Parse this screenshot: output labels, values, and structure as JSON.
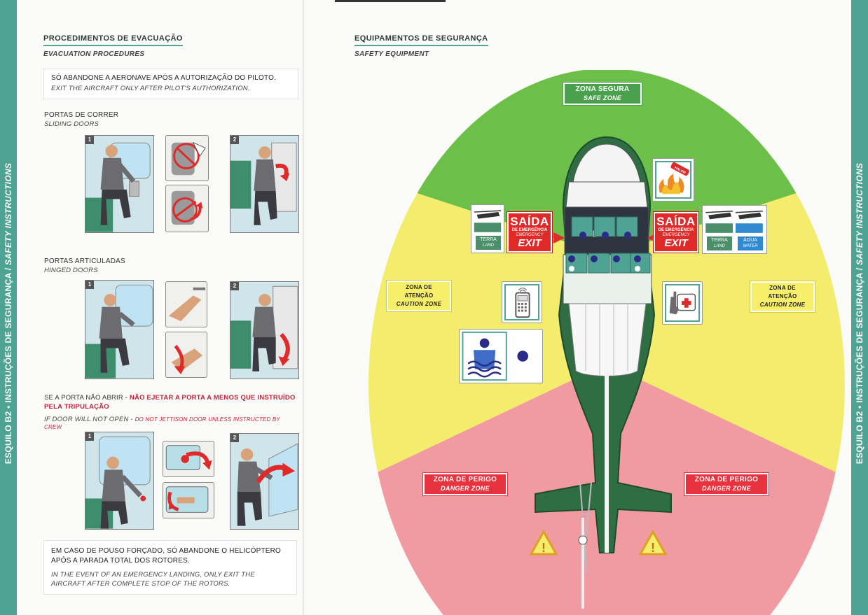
{
  "side_text": {
    "model": "ESQUILO B2",
    "bullet": "•",
    "pt": "INSTRUÇÕES DE SEGURANÇA /",
    "en": "SAFETY INSTRUCTIONS"
  },
  "evacuation": {
    "title_pt": "PROCEDIMENTOS DE EVACUAÇÃO",
    "title_en": "EVACUATION PROCEDURES",
    "notice_pt": "SÓ ABANDONE A AERONAVE APÓS A AUTORIZAÇÃO DO PILOTO.",
    "notice_en": "EXIT THE AIRCRAFT ONLY AFTER PILOT'S AUTHORIZATION.",
    "sliding_pt": "PORTAS DE CORRER",
    "sliding_en": "SLIDING DOORS",
    "hinged_pt": "PORTAS ARTICULADAS",
    "hinged_en": "HINGED DOORS",
    "jam_pt": "SE A PORTA NÃO ABRIR -",
    "jam_pt_red": "NÃO EJETAR A PORTA A MENOS QUE INSTRUÍDO PELA TRIPULAÇÃO",
    "jam_en": "IF DOOR WILL NOT OPEN -",
    "jam_en_red": "DO NOT JETTISON DOOR UNLESS INSTRUCTED BY CREW",
    "landing_pt": "EM CASO DE POUSO FORÇADO, SÓ ABANDONE O HELICÓPTERO APÓS A PARADA TOTAL DOS ROTORES.",
    "landing_en": "IN THE EVENT OF AN EMERGENCY LANDING, ONLY EXIT THE AIRCRAFT AFTER COMPLETE STOP OF THE ROTORS.",
    "step1": "1",
    "step2": "2"
  },
  "equipment": {
    "title_pt": "EQUIPAMENTOS DE SEGURANÇA",
    "title_en": "SAFETY EQUIPMENT",
    "safe_pt": "ZONA SEGURA",
    "safe_en": "SAFE ZONE",
    "caution_pt": "ZONA DE ATENÇÃO",
    "caution_en": "CAUTION ZONE",
    "danger_pt": "ZONA DE PERIGO",
    "danger_en": "DANGER ZONE",
    "exit_pt": "SAÍDA",
    "exit_emerg_pt": "DE EMERGÊNCIA",
    "exit_emerg_en": "EMERGENCY",
    "exit_en": "EXIT",
    "land_pt": "TERRA",
    "land_en": "LAND",
    "water_pt": "ÁGUA",
    "water_en": "WATER",
    "extinguisher_tag": "HALON"
  },
  "colors": {
    "accent": "#4fa392",
    "safe": "#6cc04a",
    "caution": "#f4ec6c",
    "danger": "#f19aa2",
    "exit_red": "#e02a2a",
    "helicopter_green": "#2f6e43"
  },
  "icons": [
    "helicopter-icon",
    "fire-extinguisher-icon",
    "phone-icon",
    "first-aid-icon",
    "life-vest-icon",
    "warning-icon",
    "arrow-icon"
  ]
}
